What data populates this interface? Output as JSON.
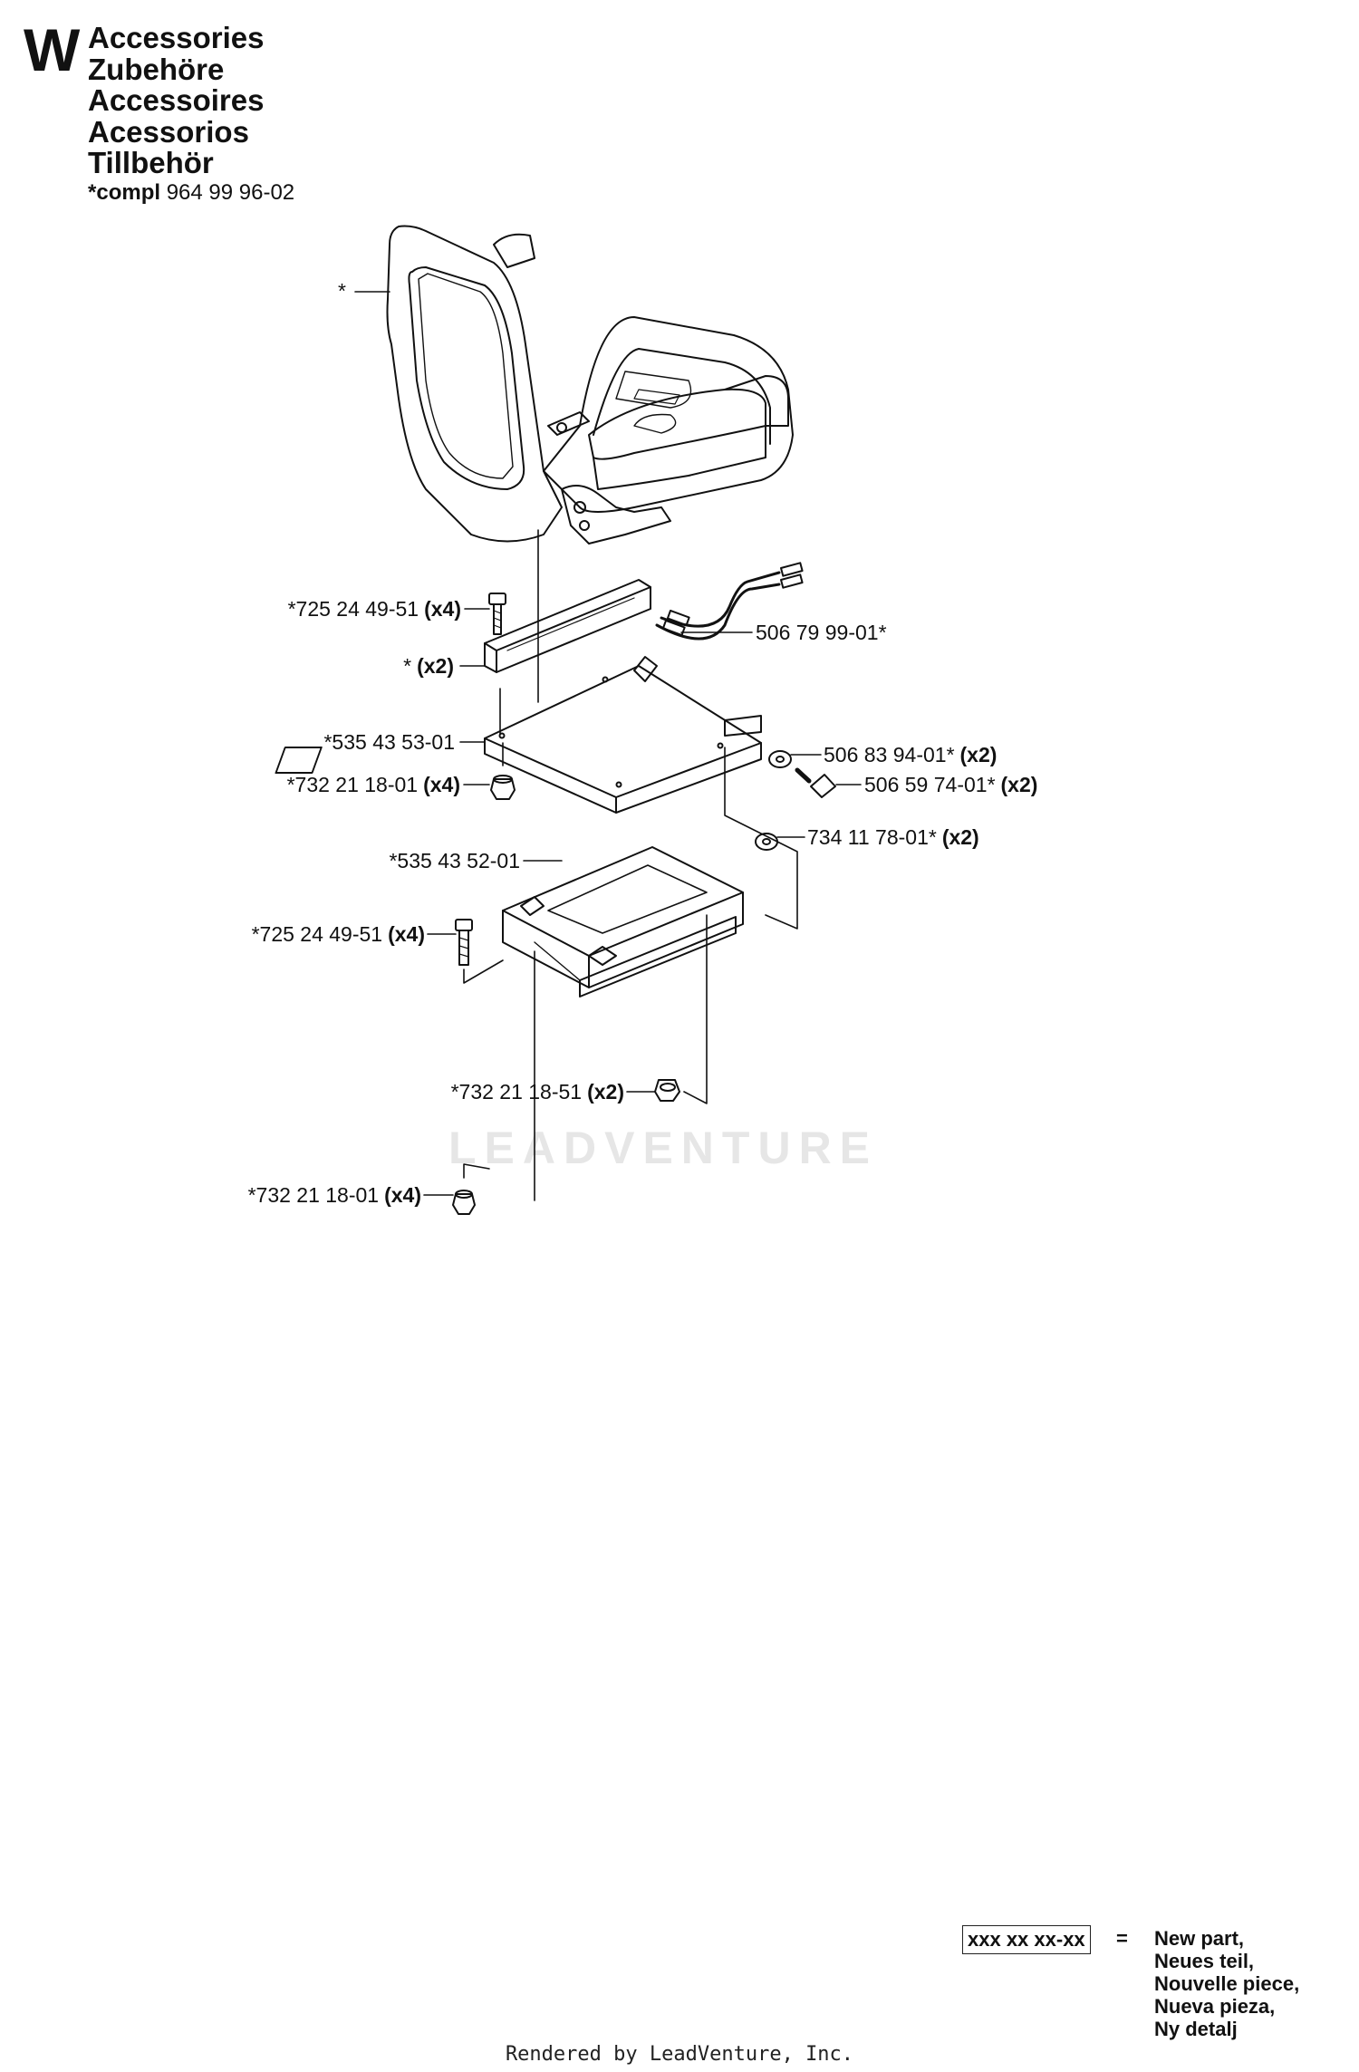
{
  "header": {
    "section_letter": "W",
    "titles": [
      "Accessories",
      "Zubehöre",
      "Accessoires",
      "Acessorios",
      "Tillbehör"
    ],
    "compl_label": "*compl",
    "compl_number": "964 99 96-02"
  },
  "callouts": [
    {
      "part": "*",
      "qty": ""
    },
    {
      "part": "*725 24 49-51",
      "qty": "(x4)"
    },
    {
      "part": "*",
      "qty": "(x2)"
    },
    {
      "part": "506 79 99-01*",
      "qty": ""
    },
    {
      "part": "*535 43 53-01",
      "qty": ""
    },
    {
      "part": "506 83 94-01*",
      "qty": "(x2)"
    },
    {
      "part": "*732 21 18-01",
      "qty": "(x4)"
    },
    {
      "part": "506 59 74-01*",
      "qty": "(x2)"
    },
    {
      "part": "734 11 78-01*",
      "qty": "(x2)"
    },
    {
      "part": "*535 43 52-01",
      "qty": ""
    },
    {
      "part": "*725 24 49-51",
      "qty": "(x4)"
    },
    {
      "part": "*732 21 18-51",
      "qty": "(x2)"
    },
    {
      "part": "*732 21 18-01",
      "qty": "(x4)"
    }
  ],
  "watermark": "LEADVENTURE",
  "legend": {
    "box_text": "xxx xx xx-xx",
    "equals": "=",
    "lines": [
      "New part,",
      "Neues teil,",
      "Nouvelle piece,",
      "Nueva pieza,",
      "Ny detalj"
    ]
  },
  "footer": "Rendered by LeadVenture, Inc."
}
